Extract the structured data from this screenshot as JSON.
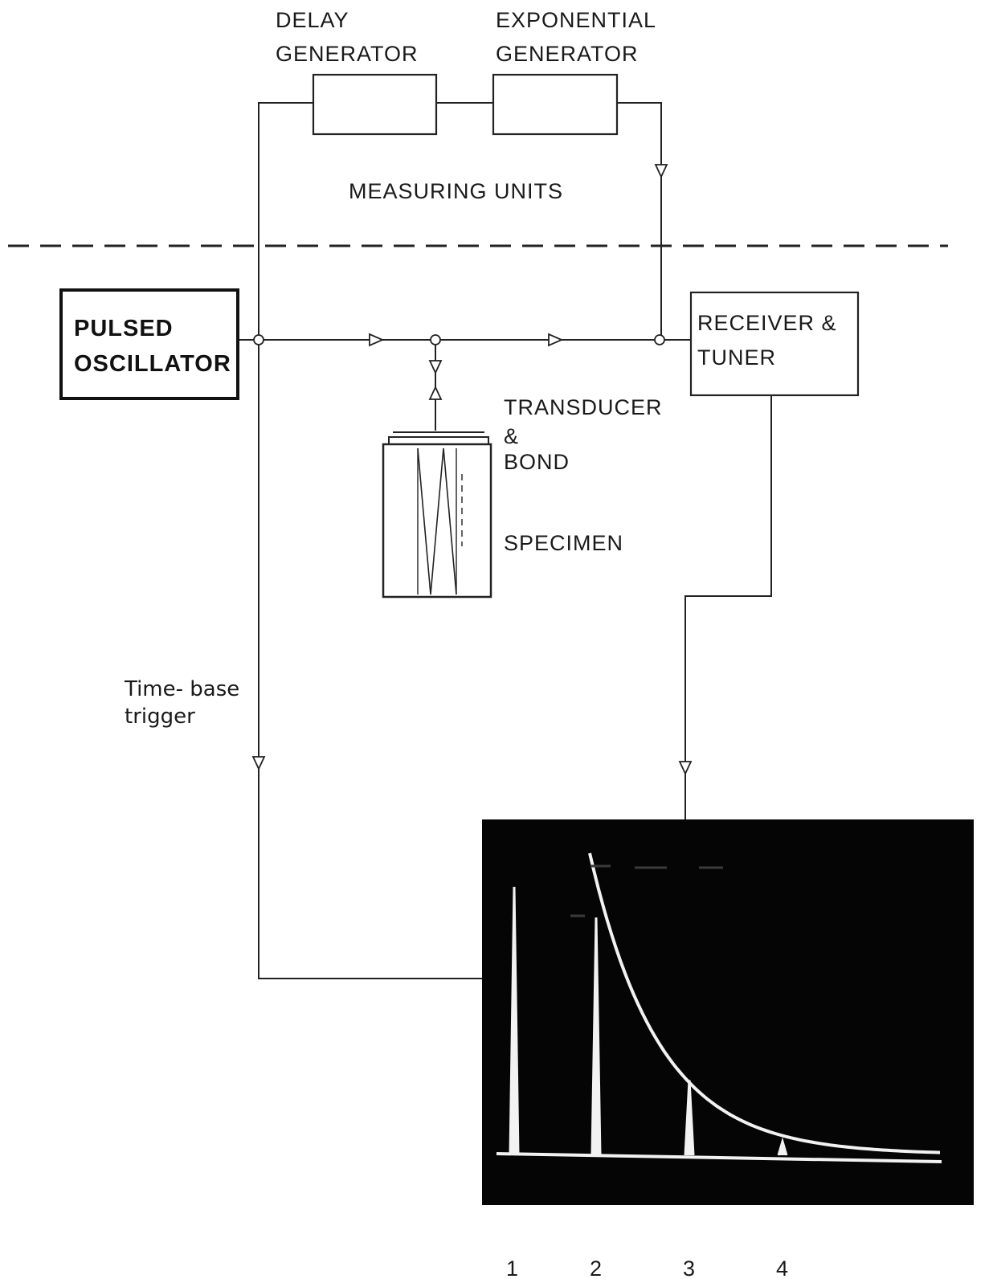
{
  "blocks": {
    "delay_generator": [
      "DELAY",
      "GENERATOR"
    ],
    "exponential_generator": [
      "EXPONENTIAL",
      "GENERATOR"
    ],
    "pulsed_oscillator": [
      "PULSED",
      "OSCILLATOR"
    ],
    "receiver_tuner": [
      "RECEIVER &",
      "TUNER"
    ]
  },
  "labels": {
    "measuring_units": "MEASURING UNITS",
    "transducer": [
      "TRANSDUCER",
      "&",
      "BOND"
    ],
    "specimen": "SPECIMEN",
    "time_base": [
      "Time- base",
      "trigger"
    ]
  },
  "oscilloscope": {
    "echo_numbers": [
      "1",
      "2",
      "3",
      "4"
    ],
    "echo_relative_heights": [
      0.88,
      0.78,
      0.25,
      0.05
    ],
    "trace_color": "#f2f2f2",
    "screen_color": "#050505"
  }
}
